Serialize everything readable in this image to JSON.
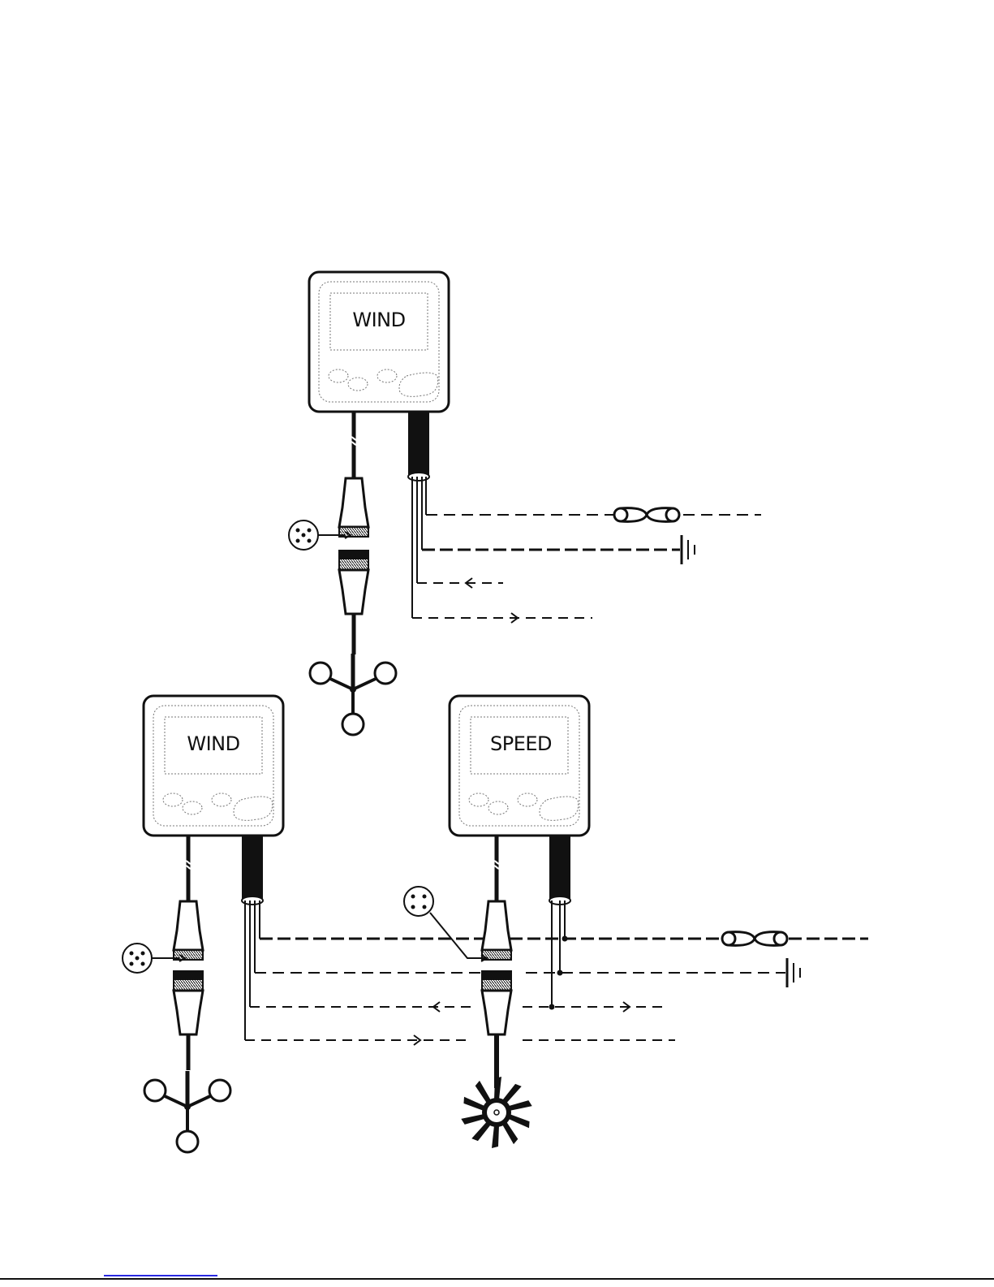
{
  "instruments": [
    {
      "id": "top",
      "label": "WIND",
      "sensor": "wind-vane-cups"
    },
    {
      "id": "bottom-left",
      "label": "WIND",
      "sensor": "wind-vane-cups"
    },
    {
      "id": "bottom-right",
      "label": "SPEED",
      "sensor": "paddle-wheel"
    }
  ],
  "colors": {
    "line": "#111111",
    "background": "#ffffff",
    "footer_link": "#2a2ae0"
  },
  "icons": [
    "fuse-icon",
    "ground-icon",
    "connector-pinout-icon",
    "anemometer-icon",
    "paddle-wheel-icon"
  ]
}
